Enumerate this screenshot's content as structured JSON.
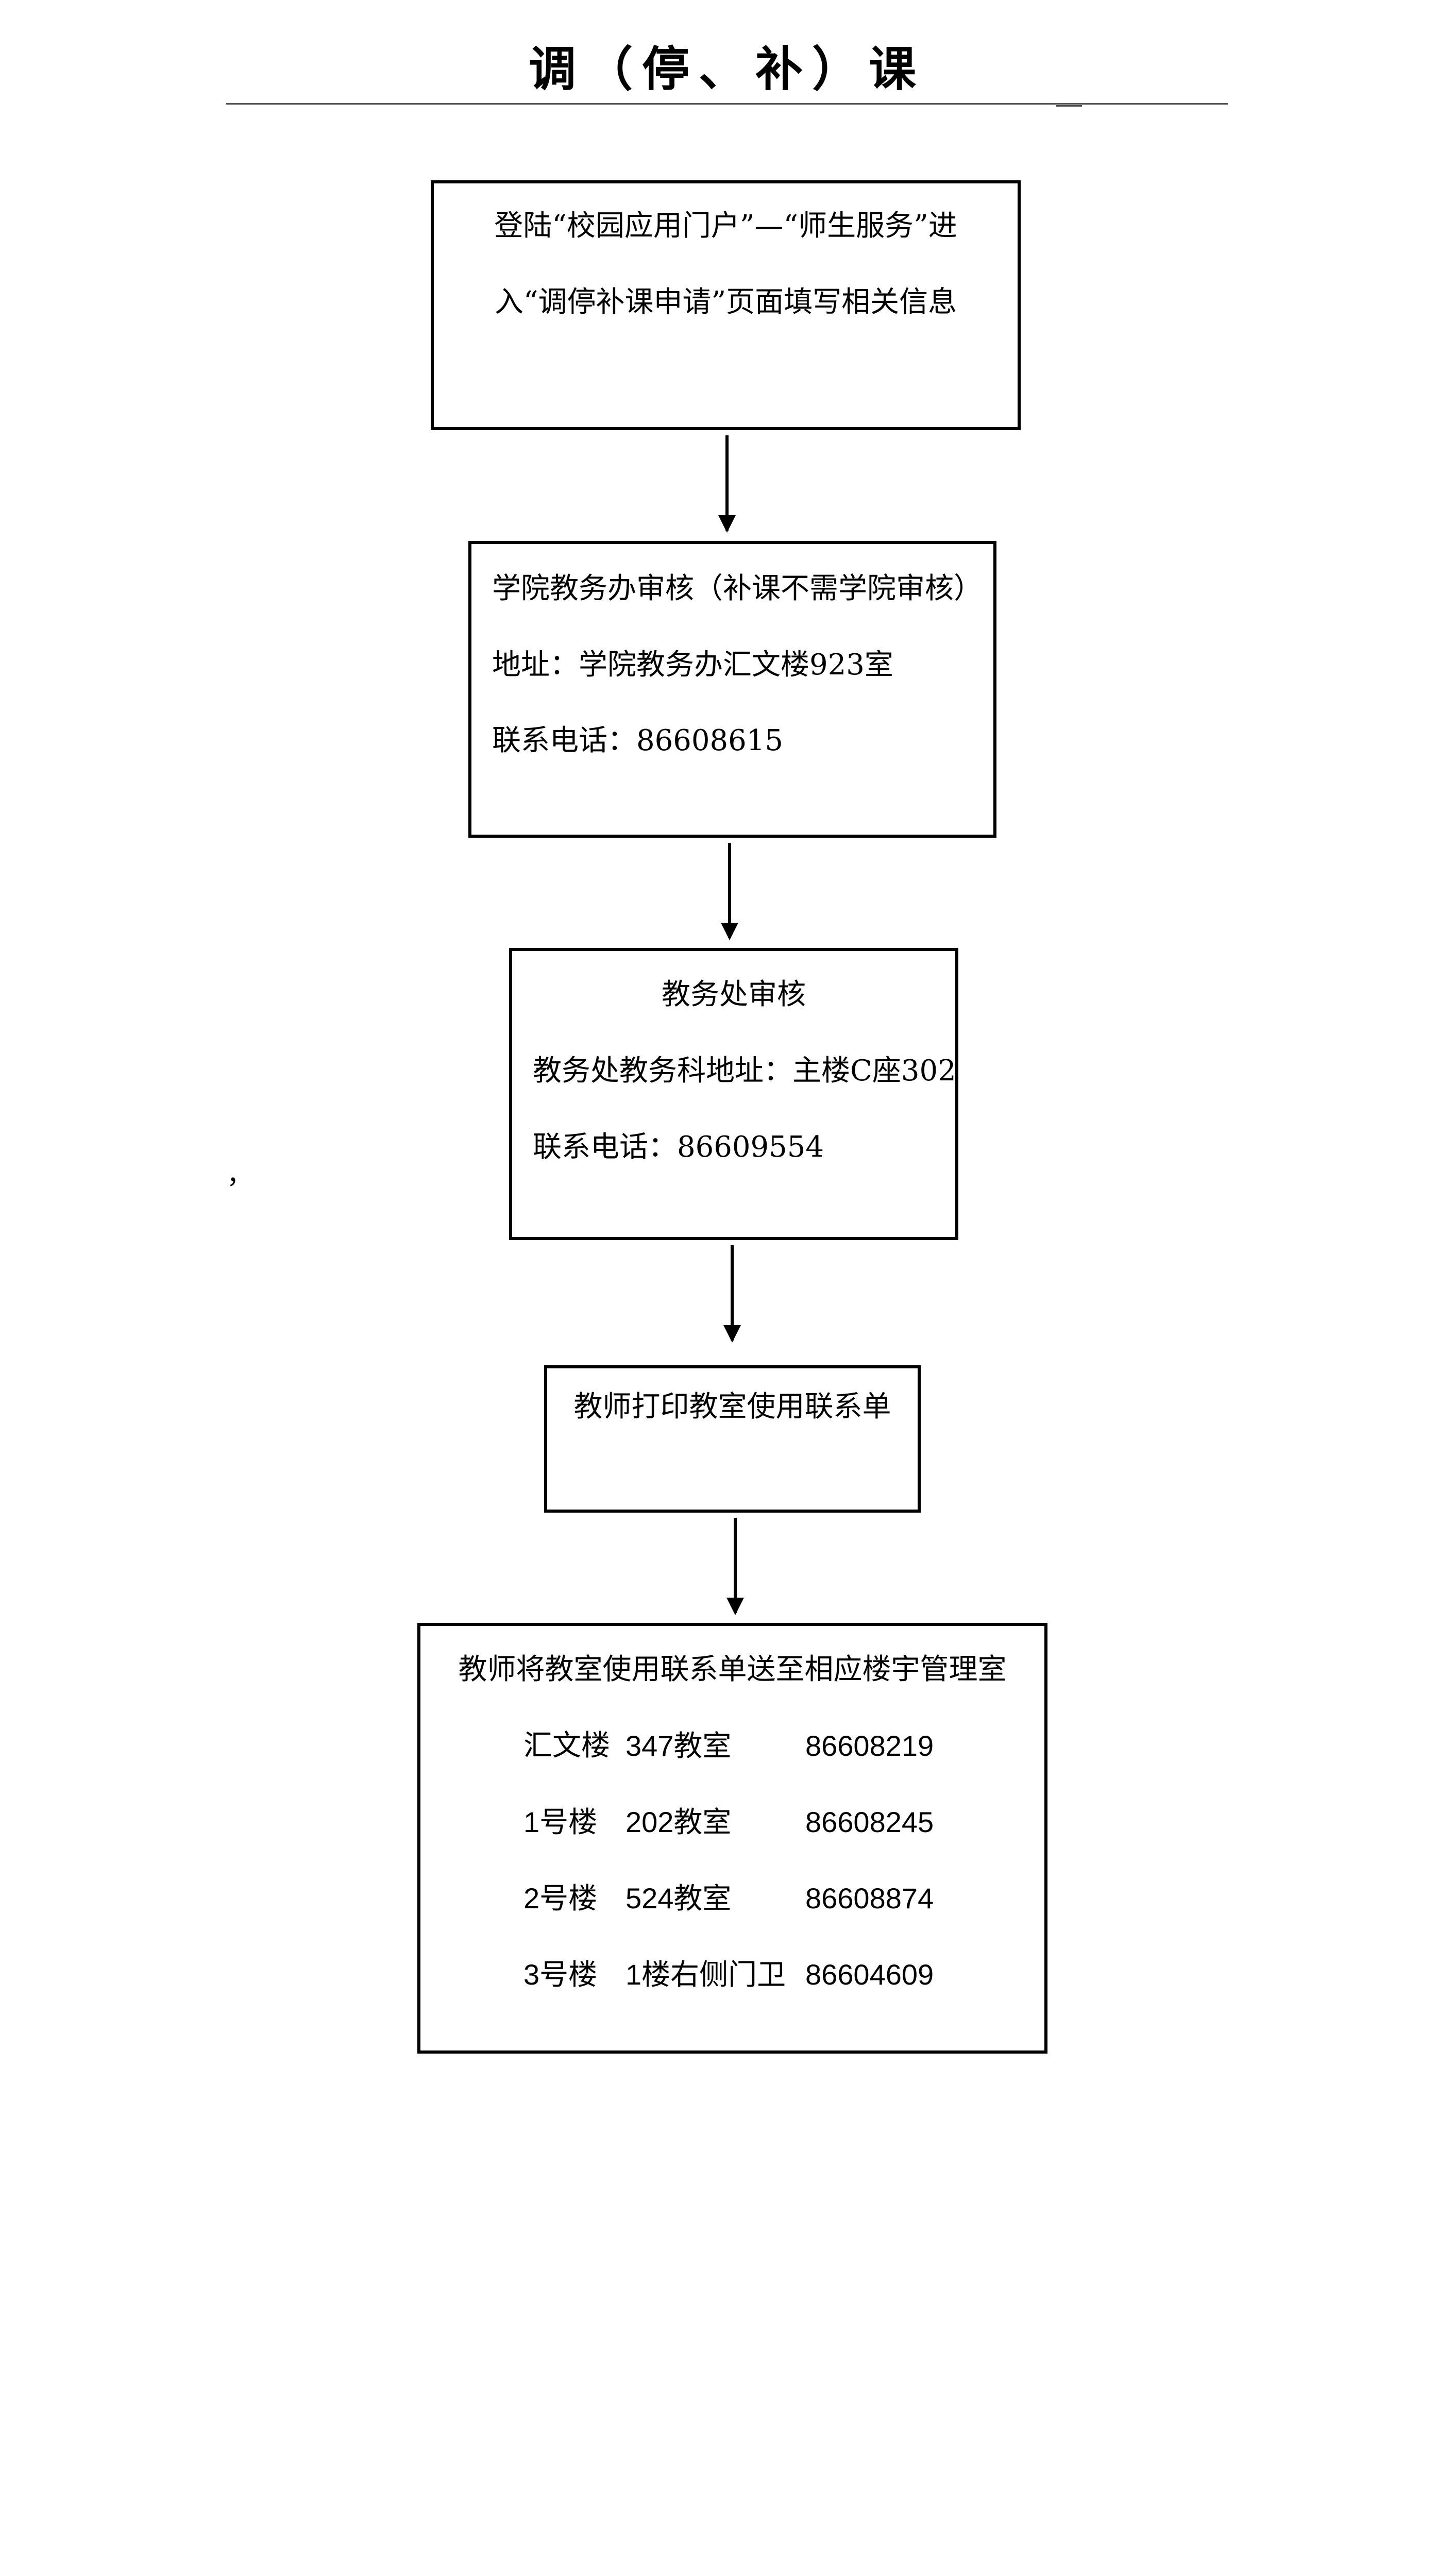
{
  "title": "调（停、补）课",
  "step1": {
    "line1": "登陆“校园应用门户”—“师生服务”进",
    "line2": "入“调停补课申请”页面填写相关信息"
  },
  "step2": {
    "line1": "学院教务办审核（补课不需学院审核）",
    "line2": "地址：学院教务办汇文楼923室",
    "line3": "联系电话：86608615"
  },
  "step3": {
    "line1": "教务处审核",
    "line2": "教务处教务科地址：主楼C座302",
    "line3": "联系电话：86609554"
  },
  "stray_mark": "，",
  "step4": {
    "line1": "教师打印教室使用联系单"
  },
  "step5": {
    "line1": "教师将教室使用联系单送至相应楼宇管理室",
    "rows": [
      {
        "building": "汇文楼",
        "room": "347教室",
        "phone": "86608219"
      },
      {
        "building": "1号楼",
        "room": "202教室",
        "phone": "86608245"
      },
      {
        "building": "2号楼",
        "room": "524教室",
        "phone": "86608874"
      },
      {
        "building": "3号楼",
        "room": "1楼右侧门卫",
        "phone": "86604609"
      }
    ]
  }
}
